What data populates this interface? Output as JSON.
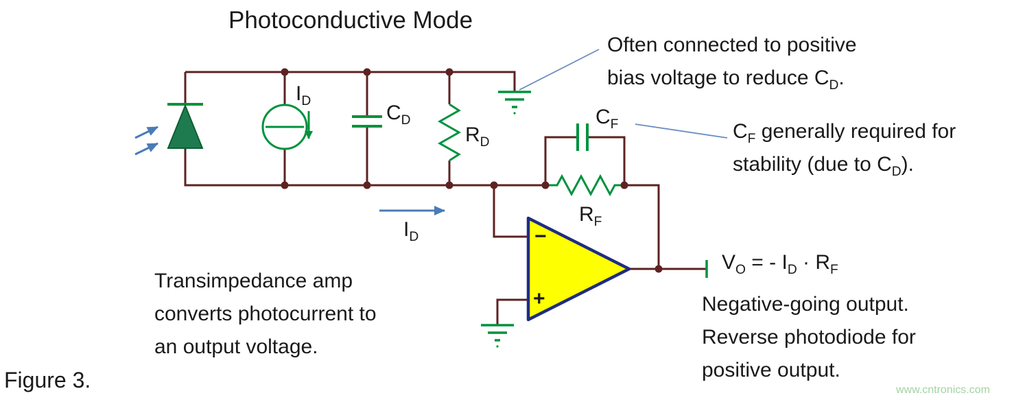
{
  "title": "Photoconductive Mode",
  "figure_label": "Figure 3.",
  "watermark": "www.cntronics.com",
  "colors": {
    "wire": "#5E2222",
    "component_green": "#00923E",
    "photodiode_fill": "#1E7B4F",
    "opamp_fill": "#FEFF00",
    "opamp_stroke": "#1F2C81",
    "callout_blue": "#6A8CC0",
    "arrow_blue": "#4A7BB7",
    "text": "#1A1A1A",
    "watermark_green": "#A3D3A3"
  },
  "opamp": {
    "minus": "−",
    "plus": "+"
  },
  "component_labels": {
    "current_source": {
      "main": "I",
      "sub": "D"
    },
    "junction_cap": {
      "main": "C",
      "sub": "D"
    },
    "shunt_resistor": {
      "main": "R",
      "sub": "D"
    },
    "feedback_cap": {
      "main": "C",
      "sub": "F"
    },
    "feedback_resistor": {
      "main": "R",
      "sub": "F"
    },
    "photocurrent": {
      "main": "I",
      "sub": "D"
    }
  },
  "annotations": {
    "bias": {
      "line1": "Often connected to positive",
      "line2_pre": "bias voltage to reduce C",
      "line2_sub": "D",
      "line2_post": "."
    },
    "stability": {
      "line1_pre": "C",
      "line1_sub": "F",
      "line1_post": " generally required for",
      "line2_pre": "stability (due to C",
      "line2_sub": "D",
      "line2_post": ")."
    },
    "transimpedance": {
      "line1": "Transimpedance amp",
      "line2": "converts photocurrent to",
      "line3": "an output voltage."
    },
    "output_formula": {
      "p1": "V",
      "s1": "O",
      "p2": " = - I",
      "s2": "D",
      "p3": " · R",
      "s3": "F"
    },
    "output_note": {
      "line1": "Negative-going output.",
      "line2": "Reverse photodiode for",
      "line3": "positive output."
    }
  }
}
